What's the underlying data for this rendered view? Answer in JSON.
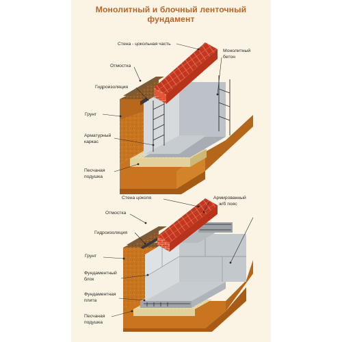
{
  "title": "Монолитный и блочный ленточный фундамент",
  "top_diagram": {
    "labels": {
      "wall_plinth": "Стена - цокольная часть",
      "monolithic_concrete_1": "Монолитный",
      "monolithic_concrete_2": "бетон",
      "blind_area": "Отмостка",
      "waterproofing": "Гидроизоляция",
      "soil": "Грунт",
      "rebar_cage_1": "Арматурный",
      "rebar_cage_2": "каркас",
      "sand_cushion_1": "Песчаная",
      "sand_cushion_2": "подушка"
    }
  },
  "bottom_diagram": {
    "labels": {
      "plinth_wall": "Стена цоколя",
      "reinforced_belt_1": "Армированный",
      "reinforced_belt_2": "ж/б пояс",
      "blind_area": "Отмостка",
      "waterproofing": "Гидроизоляция",
      "soil": "Грунт",
      "foundation_block_1": "Фундаментный",
      "foundation_block_2": "блок",
      "foundation_slab_1": "Фундаментная",
      "foundation_slab_2": "плита",
      "sand_cushion_1": "Песчаная",
      "sand_cushion_2": "подушка"
    }
  },
  "colors": {
    "title": "#b5652a",
    "background": "#fbf4e4",
    "brick": "#d9482a",
    "concrete": "#bcc2c8",
    "soil": "#c9751f",
    "sand": "#e7d9a8"
  }
}
